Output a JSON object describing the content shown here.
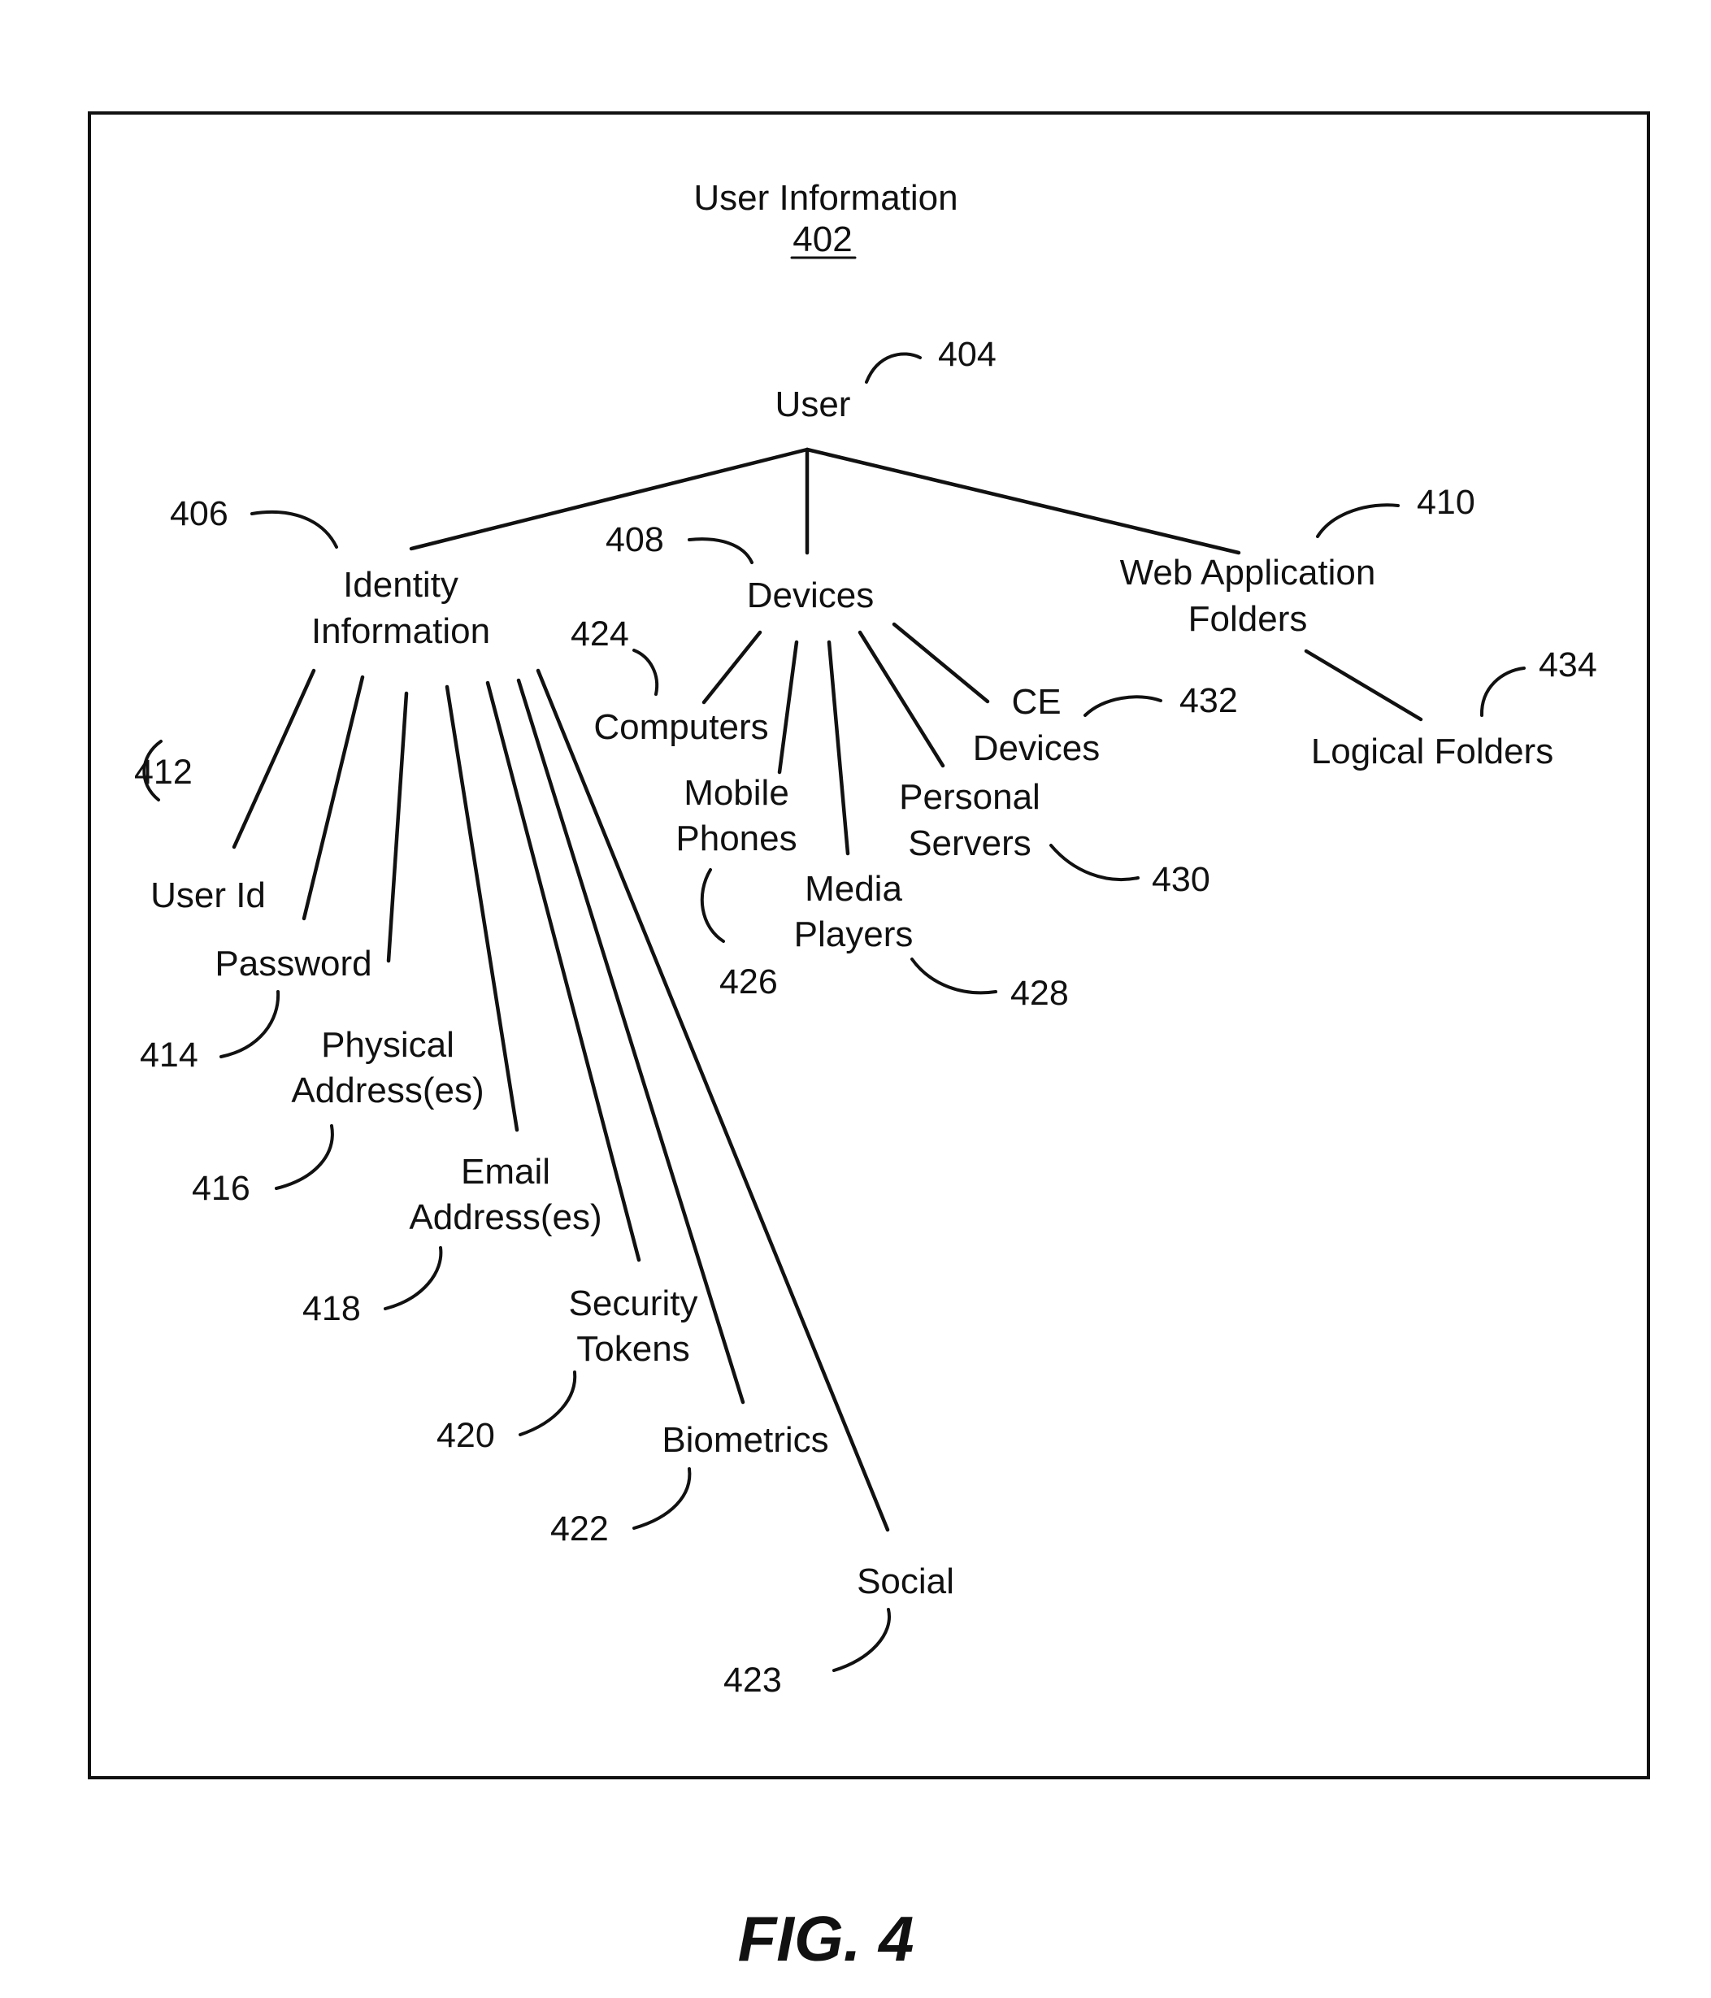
{
  "title": {
    "label": "User Information",
    "ref": "402"
  },
  "figure_label": "FIG. 4",
  "nodes": {
    "user": {
      "lines": [
        "User"
      ],
      "ref": "404"
    },
    "identity": {
      "lines": [
        "Identity",
        "Information"
      ],
      "ref": "406"
    },
    "devices": {
      "lines": [
        "Devices"
      ],
      "ref": "408"
    },
    "web_app_folders": {
      "lines": [
        "Web Application",
        "Folders"
      ],
      "ref": "410"
    },
    "user_id": {
      "lines": [
        "User Id"
      ],
      "ref": "412"
    },
    "password": {
      "lines": [
        "Password"
      ],
      "ref": "414"
    },
    "physical_address": {
      "lines": [
        "Physical",
        "Address(es)"
      ],
      "ref": "416"
    },
    "email_address": {
      "lines": [
        "Email",
        "Address(es)"
      ],
      "ref": "418"
    },
    "security_tokens": {
      "lines": [
        "Security",
        "Tokens"
      ],
      "ref": "420"
    },
    "biometrics": {
      "lines": [
        "Biometrics"
      ],
      "ref": "422"
    },
    "social": {
      "lines": [
        "Social"
      ],
      "ref": "423"
    },
    "computers": {
      "lines": [
        "Computers"
      ],
      "ref": "424"
    },
    "mobile_phones": {
      "lines": [
        "Mobile",
        "Phones"
      ],
      "ref": "426"
    },
    "media_players": {
      "lines": [
        "Media",
        "Players"
      ],
      "ref": "428"
    },
    "personal_servers": {
      "lines": [
        "Personal",
        "Servers"
      ],
      "ref": "430"
    },
    "ce_devices": {
      "lines": [
        "CE",
        "Devices"
      ],
      "ref": "432"
    },
    "logical_folders": {
      "lines": [
        "Logical Folders"
      ],
      "ref": "434"
    }
  }
}
